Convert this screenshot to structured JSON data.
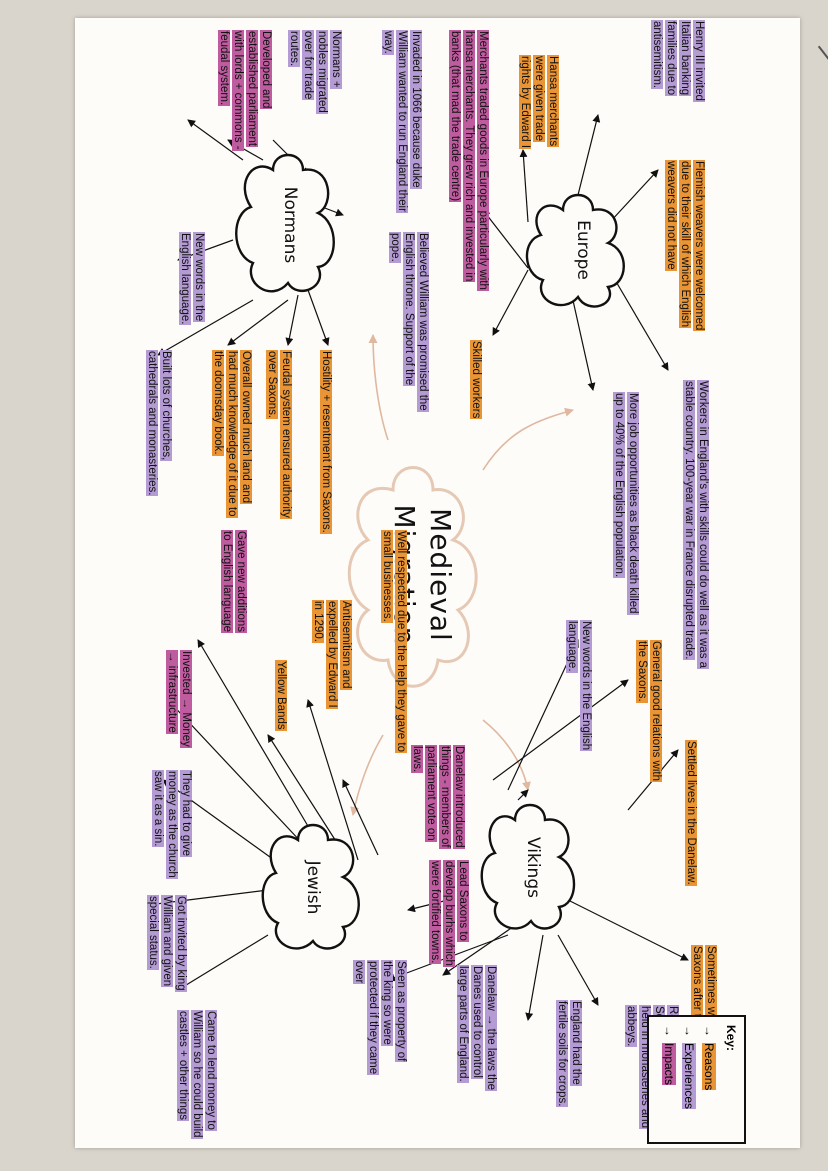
{
  "title": {
    "line1": "Medieval",
    "line2": "Migration"
  },
  "clouds": {
    "europe": "Europe",
    "normans": "Normans",
    "vikings": "Vikings",
    "jewish": "Jewish"
  },
  "key": {
    "title": "Key:",
    "arrow": "→",
    "reasons": "Reasons",
    "experiences": "Experiences",
    "impacts": "Impacts"
  },
  "colors": {
    "reasons": "#e99535",
    "experiences": "#b49bd4",
    "impacts": "#bf5ca0"
  },
  "notes": {
    "henry": "Henry III invited Italian banking families due to antisemitism.",
    "flemish": "Flemish weavers were welcomed due to their skill of which English weavers did not have",
    "hansa": "Hansa merchants were given trade rights by Edward I",
    "workers": "Workers in England's with skills could do well as it was a stable country. 100-year war in France disrupted trade.",
    "jobs": "More job opportunities as black death killed up to 40% of the English population.",
    "merchants": "Merchants traded goods in Europe particularly with hansa merchants. They grew rich and invested in banks (that mad the trade centre)",
    "skilled": "Skilled workers",
    "invaded": "Invaded in 1066 because duke William wanted to run England their way.",
    "believed": "Believed William was promised the English throne. Support of the pope.",
    "nobles": "Normans + nobles migrated over for trade routes.",
    "parliament": "Developed and established parliament with lords + commons - feudal system.",
    "newwords_n": "New words in the English language.",
    "churches": "Built lots of churches, cathedrals and monasteries.",
    "overall": "Overall owned much land and had much knowledge of it due to the doomsday book.",
    "feudal": "Feudal system ensured authority over Saxons.",
    "hostility": "Hostility + resentment from Saxons.",
    "wellrespected": "Well respected due to the help they gave to small businesses.",
    "antisemitism": "Antisemitism and expelled by Edward I in 1290.",
    "yellow": "Yellow Bands",
    "gavenew": "Gave new additions to English language",
    "invested": "Invested → Money → infrastructure",
    "theyhad": "They had to give money as the church saw it as a sin.",
    "gotinvited": "Got invited by king William and given special status.",
    "cametolend": "Came to lend money to William so he could build castles + other things",
    "generalgood": "General good relations with the Saxons.",
    "newwords_v": "New words in the English language.",
    "settled": "Settled lives in the Danelaw.",
    "danelaw": "Danelaw introduced things - members of parliament vote on laws.",
    "leadsaxons": "Lead Saxons to develop burhs which were fortified towns.",
    "sometimes": "Sometimes were attacked by Saxons after the Danelaw.",
    "raided": "Raided England + Scotland for the treasure held in monasteries and abbeys.",
    "englandfertile": "England had the fertile soils for crops.",
    "danelawlaws": "Danelaw → the laws the Danes used to control large parts of England.",
    "seenas": "Seen as property of the king so were protected if they came over"
  }
}
